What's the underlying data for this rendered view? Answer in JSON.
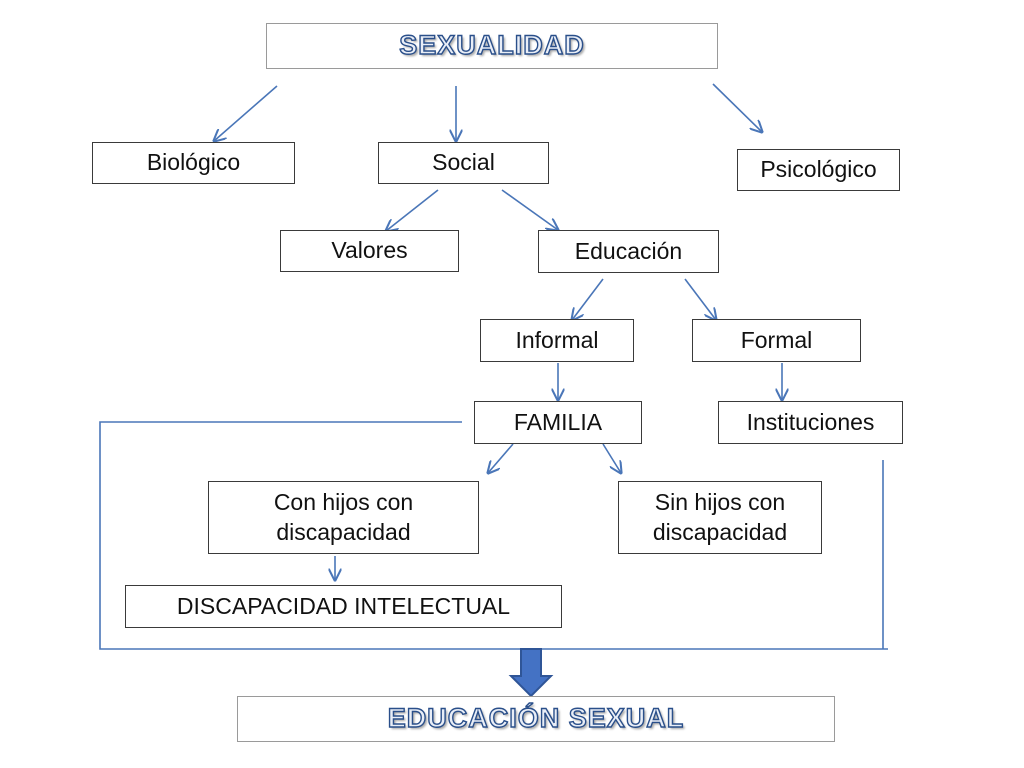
{
  "nodes": {
    "sexualidad": "SEXUALIDAD",
    "biologico": "Biológico",
    "social": "Social",
    "psicologico": "Psicológico",
    "valores": "Valores",
    "educacion": "Educación",
    "informal": "Informal",
    "formal": "Formal",
    "familia": "FAMILIA",
    "instituciones": "Instituciones",
    "con_hijos": "Con hijos con discapacidad",
    "sin_hijos": "Sin hijos con discapacidad",
    "discapacidad_intelectual": "DISCAPACIDAD INTELECTUAL",
    "educacion_sexual": "EDUCACIÓN SEXUAL"
  },
  "colors": {
    "arrow": "#4a76b8",
    "big_arrow_fill": "#4472c4",
    "big_arrow_stroke": "#2f5597",
    "box_border": "#3a3a3a"
  }
}
